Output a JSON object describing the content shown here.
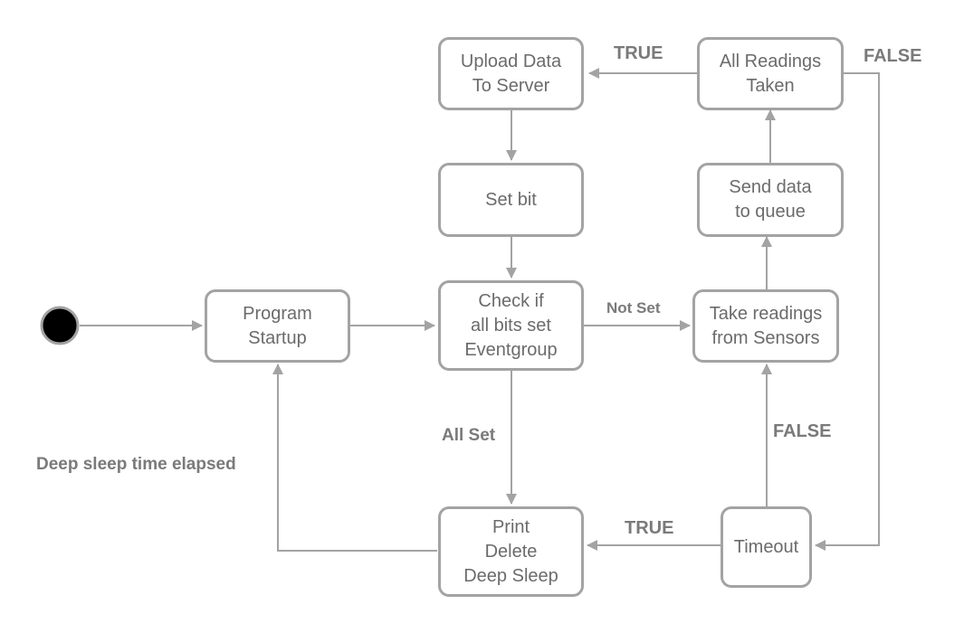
{
  "nodes": {
    "upload": {
      "lines": [
        "Upload Data",
        "To Server"
      ]
    },
    "all_readings": {
      "lines": [
        "All Readings",
        "Taken"
      ]
    },
    "set_bit": {
      "lines": [
        "Set bit"
      ]
    },
    "send_data": {
      "lines": [
        "Send data",
        "to queue"
      ]
    },
    "program_startup": {
      "lines": [
        "Program",
        "Startup"
      ]
    },
    "check_bits": {
      "lines": [
        "Check if",
        "all bits set",
        "Eventgroup"
      ]
    },
    "take_readings": {
      "lines": [
        "Take readings",
        "from Sensors"
      ]
    },
    "print_delete": {
      "lines": [
        "Print",
        "Delete",
        "Deep Sleep"
      ]
    },
    "timeout": {
      "lines": [
        "Timeout"
      ]
    }
  },
  "edge_labels": {
    "true_top": "TRUE",
    "false_top": "FALSE",
    "not_set": "Not Set",
    "all_set": "All Set",
    "false_mid": "FALSE",
    "true_bottom": "TRUE",
    "deep_sleep": "Deep sleep time elapsed"
  },
  "colors": {
    "stroke": "#a3a3a3",
    "text": "#6b6b6b",
    "label": "#7a7a7a",
    "start": "#000000"
  }
}
